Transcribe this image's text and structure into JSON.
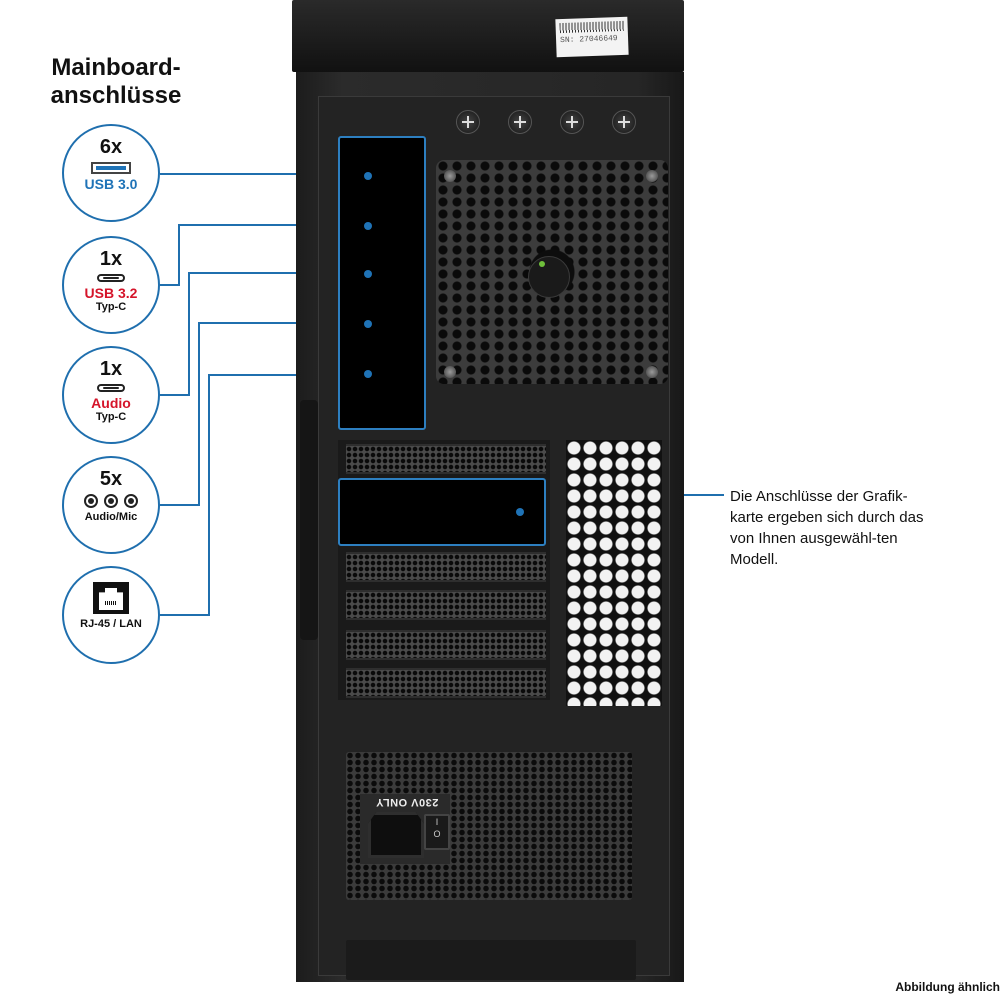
{
  "heading": {
    "line1": "Mainboard-",
    "line2": "anschlüsse"
  },
  "ports": [
    {
      "count": "6x",
      "icon": "usb-a-icon",
      "label": "USB 3.0",
      "sub": "",
      "label_color": "#1f73b7"
    },
    {
      "count": "1x",
      "icon": "usb-c-icon",
      "label": "USB 3.2",
      "sub": "Typ-C",
      "label_color": "#d5142a"
    },
    {
      "count": "1x",
      "icon": "usb-c-icon",
      "label": "Audio",
      "sub": "Typ-C",
      "label_color": "#d5142a"
    },
    {
      "count": "5x",
      "icon": "audio-jack-icon",
      "label": "",
      "sub": "Audio/Mic",
      "label_color": "#111111"
    },
    {
      "count": "",
      "icon": "rj45-icon",
      "label": "",
      "sub": "RJ-45 / LAN",
      "label_color": "#111111"
    }
  ],
  "case": {
    "sticker_text": "SN: 27046649",
    "psu_label": "230V ONLY",
    "switch_on": "I",
    "switch_off": "O"
  },
  "gpu_note": "Die Anschlüsse der Grafik-karte ergeben sich durch das von Ihnen ausgewähl-ten Modell.",
  "footer": "Abbildung ähnlich",
  "colors": {
    "accent": "#1f6fae",
    "highlight_red": "#d5142a"
  }
}
